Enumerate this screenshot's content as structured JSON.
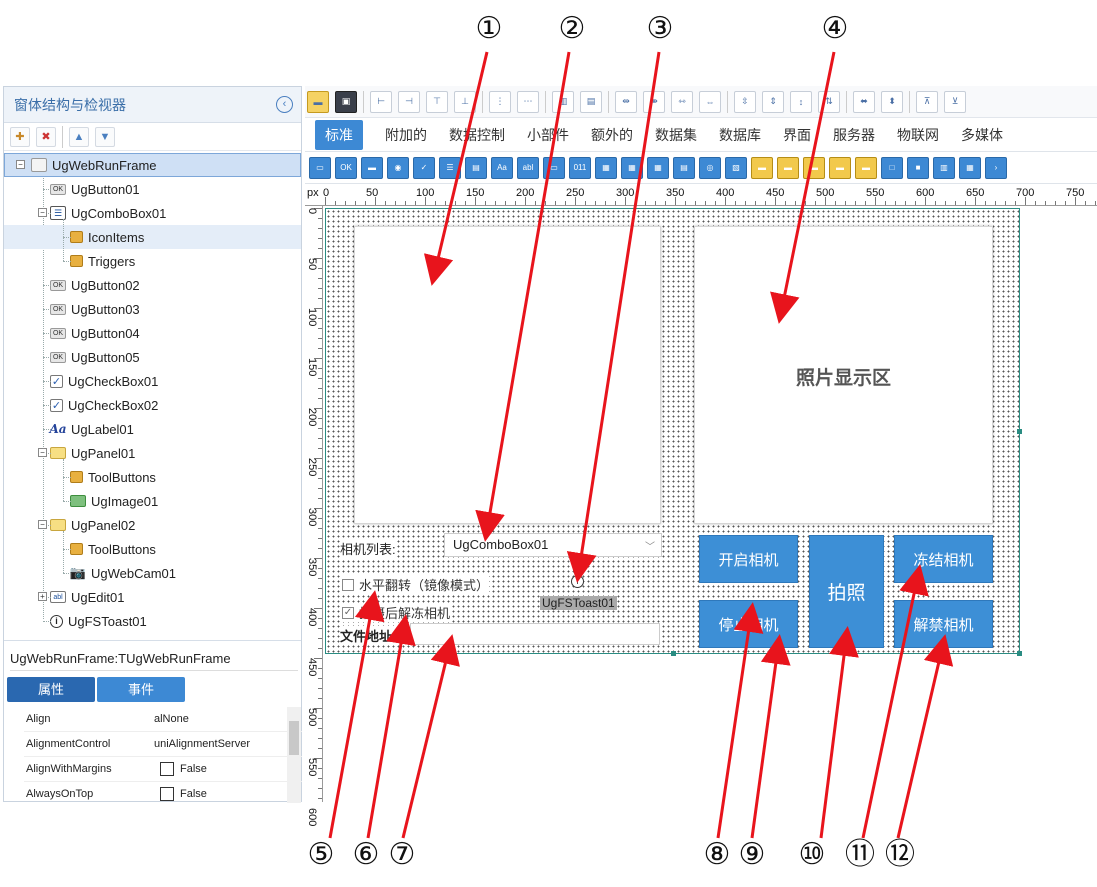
{
  "left_panel": {
    "title": "窗体结构与检视器",
    "collapse_icon": "chevron-left-circle-icon",
    "tree": [
      {
        "label": "UgWebRunFrame",
        "icon": "frame",
        "depth": 0
      },
      {
        "label": "UgButton01",
        "icon": "button",
        "depth": 1
      },
      {
        "label": "UgComboBox01",
        "icon": "combo",
        "depth": 1
      },
      {
        "label": "IconItems",
        "icon": "bag",
        "depth": 2
      },
      {
        "label": "Triggers",
        "icon": "bag",
        "depth": 2
      },
      {
        "label": "UgButton02",
        "icon": "button",
        "depth": 1
      },
      {
        "label": "UgButton03",
        "icon": "button",
        "depth": 1
      },
      {
        "label": "UgButton04",
        "icon": "button",
        "depth": 1
      },
      {
        "label": "UgButton05",
        "icon": "button",
        "depth": 1
      },
      {
        "label": "UgCheckBox01",
        "icon": "check",
        "depth": 1
      },
      {
        "label": "UgCheckBox02",
        "icon": "check",
        "depth": 1
      },
      {
        "label": "UgLabel01",
        "icon": "label",
        "depth": 1
      },
      {
        "label": "UgPanel01",
        "icon": "panel",
        "depth": 1
      },
      {
        "label": "ToolButtons",
        "icon": "bag",
        "depth": 2
      },
      {
        "label": "UgImage01",
        "icon": "image",
        "depth": 2
      },
      {
        "label": "UgPanel02",
        "icon": "panel",
        "depth": 1
      },
      {
        "label": "ToolButtons",
        "icon": "bag",
        "depth": 2
      },
      {
        "label": "UgWebCam01",
        "icon": "camera",
        "depth": 2
      },
      {
        "label": "UgEdit01",
        "icon": "edit",
        "depth": 1
      },
      {
        "label": "UgFSToast01",
        "icon": "info",
        "depth": 1
      }
    ],
    "object_name": "UgWebRunFrame:TUgWebRunFrame",
    "tabs": [
      "属性",
      "事件"
    ],
    "properties": [
      {
        "name": "Align",
        "value": "alNone",
        "checkbox": false
      },
      {
        "name": "AlignmentControl",
        "value": "uniAlignmentServer",
        "checkbox": false
      },
      {
        "name": "AlignWithMargins",
        "value": "False",
        "checkbox": true
      },
      {
        "name": "AlwaysOnTop",
        "value": "False",
        "checkbox": true
      }
    ]
  },
  "designer": {
    "tabs": [
      "标准",
      "附加的",
      "数据控制",
      "小部件",
      "额外的",
      "数据集",
      "数据库",
      "界面",
      "服务器",
      "物联网",
      "多媒体"
    ],
    "active_tab": "标准",
    "ruler": {
      "unit": "px",
      "h_labels": [
        "0",
        "50",
        "100",
        "150",
        "200",
        "250",
        "300",
        "350",
        "400",
        "450",
        "500",
        "550",
        "600",
        "650",
        "700",
        "750"
      ],
      "v_labels": [
        "0",
        "50",
        "100",
        "150",
        "200",
        "250",
        "300",
        "350",
        "400",
        "450",
        "500",
        "550",
        "600"
      ]
    },
    "form": {
      "photo_area_label": "照片显示区",
      "camera_list_label": "相机列表:",
      "combo_value": "UgComboBox01",
      "checkbox1_label": "水平翻转（镜像模式）",
      "checkbox2_label": "拍摄后解冻相机",
      "file_label": "文件地址:",
      "toast_label": "UgFSToast01",
      "buttons": {
        "start": "开启相机",
        "stop": "停止相机",
        "shoot": "拍照",
        "freeze": "冻结相机",
        "unfreeze": "解禁相机"
      }
    }
  },
  "annotations": [
    "①",
    "②",
    "③",
    "④",
    "⑤",
    "⑥",
    "⑦",
    "⑧",
    "⑨",
    "⑩",
    "⑪",
    "⑫"
  ]
}
